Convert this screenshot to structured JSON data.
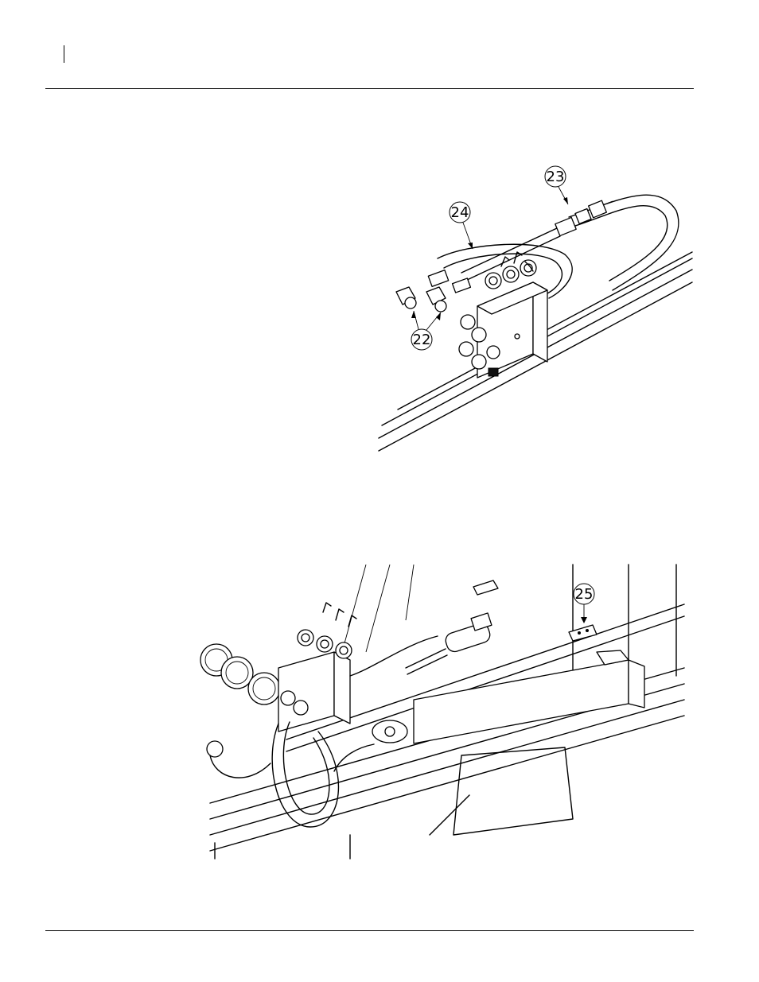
{
  "figures": [
    {
      "callouts": [
        {
          "label": "23"
        },
        {
          "label": "24"
        },
        {
          "label": "22"
        }
      ]
    },
    {
      "callouts": [
        {
          "label": "25"
        }
      ]
    }
  ]
}
